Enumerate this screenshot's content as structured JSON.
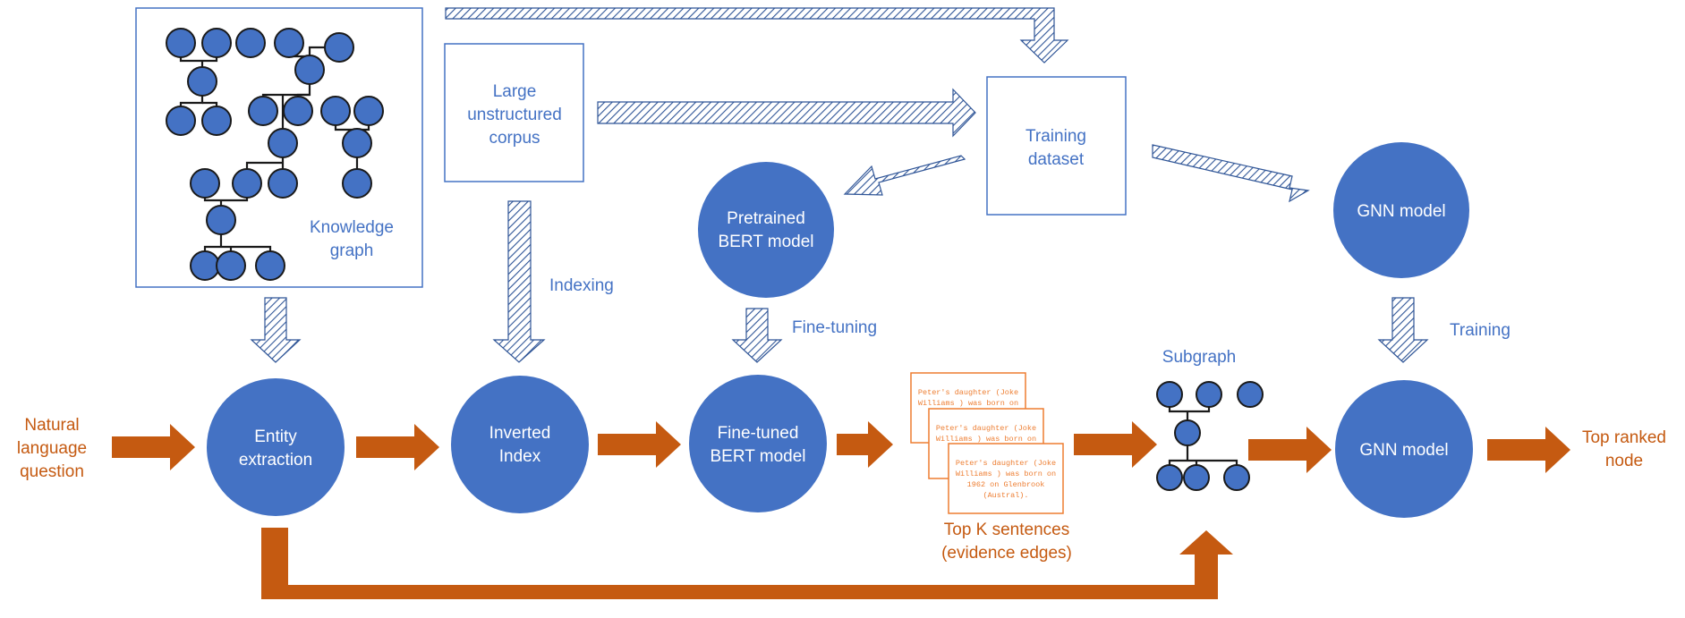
{
  "colors": {
    "blue": "#4472C4",
    "node_outline": "#1a1a1a",
    "orange": "#C55A11",
    "sentence_orange": "#ED7D31",
    "hatch": "#2F5597"
  },
  "knowledge_graph": {
    "label_line1": "Knowledge",
    "label_line2": "graph"
  },
  "corpus": {
    "line1": "Large",
    "line2": "unstructured",
    "line3": "corpus"
  },
  "training_dataset": {
    "line1": "Training",
    "line2": "dataset"
  },
  "pretrained_bert": {
    "line1": "Pretrained",
    "line2": "BERT model"
  },
  "gnn_top": {
    "label": "GNN model"
  },
  "entity_extraction": {
    "line1": "Entity",
    "line2": "extraction"
  },
  "inverted_index": {
    "line1": "Inverted",
    "line2": "Index"
  },
  "finetuned_bert": {
    "line1": "Fine-tuned",
    "line2": "BERT model"
  },
  "gnn_bottom": {
    "label": "GNN model"
  },
  "labels": {
    "indexing": "Indexing",
    "fine_tuning": "Fine-tuning",
    "training": "Training",
    "subgraph": "Subgraph"
  },
  "input": {
    "line1": "Natural",
    "line2": "language",
    "line3": "question"
  },
  "output": {
    "line1": "Top ranked",
    "line2": "node"
  },
  "sentences": {
    "line1": "Peter's daughter (Joke",
    "line2": "Williams ) was born on",
    "line3": "1962 on Glenbrook",
    "line4": "(Austral).",
    "caption_line1": "Top K sentences",
    "caption_line2": "(evidence edges)"
  }
}
